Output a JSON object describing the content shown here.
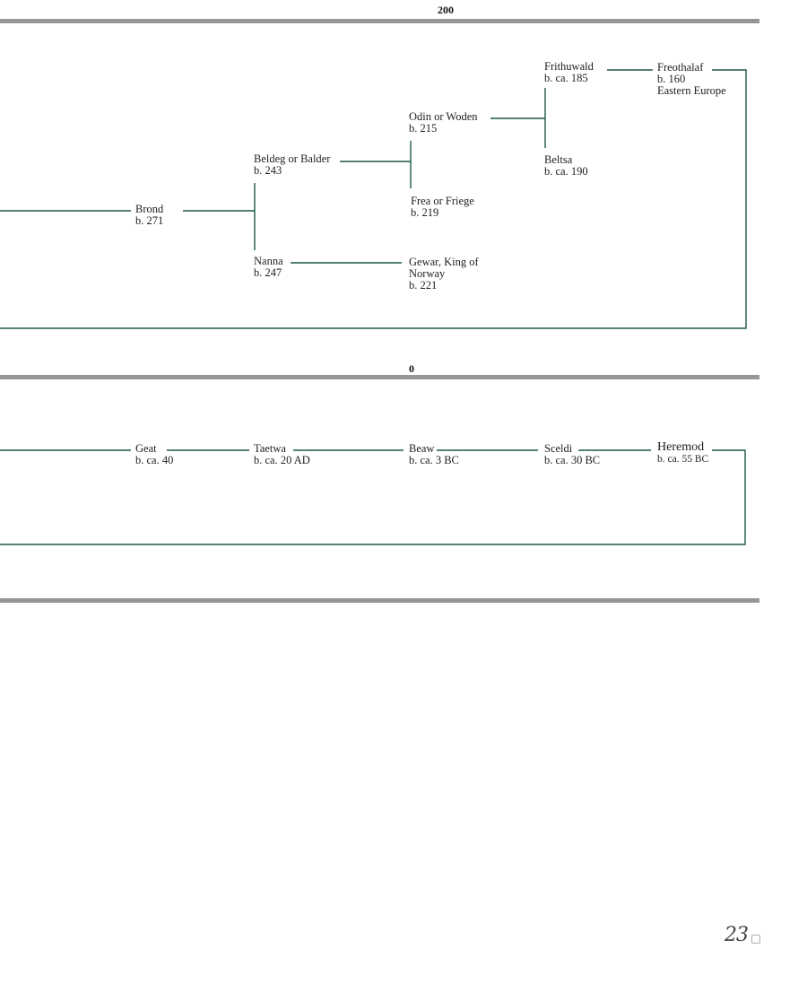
{
  "eras": [
    {
      "label": "200"
    },
    {
      "label": "0"
    }
  ],
  "people": {
    "frithuwald": {
      "name": "Frithuwald",
      "born": "b. ca. 185"
    },
    "freothalaf": {
      "name": "Freothalaf",
      "born": "b. 160",
      "place": "Eastern Europe"
    },
    "odin": {
      "name": "Odin or Woden",
      "born": "b. 215"
    },
    "beltsa": {
      "name": "Beltsa",
      "born": "b. ca. 190"
    },
    "beldeg": {
      "name": "Beldeg or Balder",
      "born": "b. 243"
    },
    "brond": {
      "name": "Brond",
      "born": "b. 271"
    },
    "frea": {
      "name": "Frea or Friege",
      "born": "b. 219"
    },
    "nanna": {
      "name": "Nanna",
      "born": "b. 247"
    },
    "gewar": {
      "name": "Gewar, King of",
      "name2": "Norway",
      "born": "b. 221"
    },
    "geat": {
      "name": "Geat",
      "born": "b. ca. 40"
    },
    "taetwa": {
      "name": "Taetwa",
      "born": "b. ca. 20 AD"
    },
    "beaw": {
      "name": "Beaw",
      "born": "b. ca. 3 BC"
    },
    "sceldi": {
      "name": "Sceldi",
      "born": "b. ca. 30 BC"
    },
    "heremod": {
      "name": "Heremod",
      "born": "b. ca. 55 BC"
    }
  },
  "page_number": "23",
  "colors": {
    "line": "#1d5a3e",
    "era_bar": "#969696"
  }
}
